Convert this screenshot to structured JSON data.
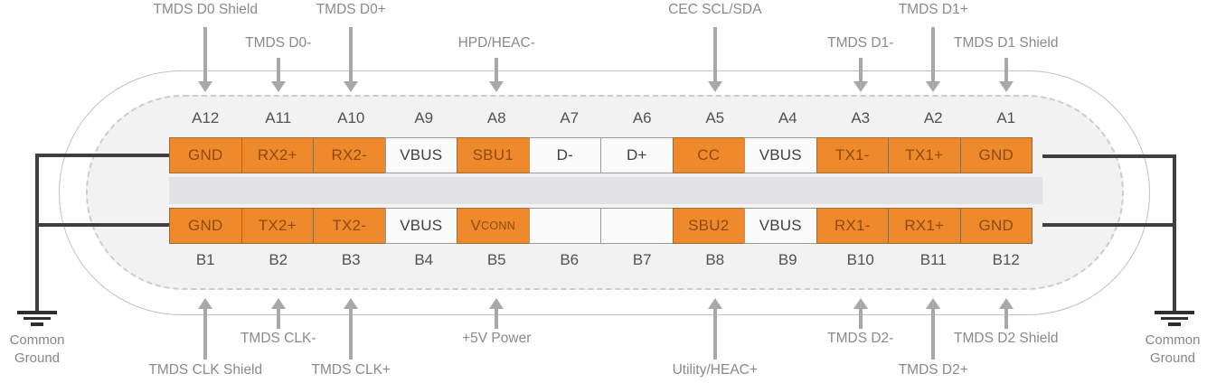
{
  "diagram": {
    "pins": {
      "top": [
        {
          "number": "A12",
          "name": "GND",
          "highlight": true
        },
        {
          "number": "A11",
          "name": "RX2+",
          "highlight": true
        },
        {
          "number": "A10",
          "name": "RX2-",
          "highlight": true
        },
        {
          "number": "A9",
          "name": "VBUS",
          "highlight": false
        },
        {
          "number": "A8",
          "name": "SBU1",
          "highlight": true
        },
        {
          "number": "A7",
          "name": "D-",
          "highlight": false
        },
        {
          "number": "A6",
          "name": "D+",
          "highlight": false
        },
        {
          "number": "A5",
          "name": "CC",
          "highlight": true
        },
        {
          "number": "A4",
          "name": "VBUS",
          "highlight": false
        },
        {
          "number": "A3",
          "name": "TX1-",
          "highlight": true
        },
        {
          "number": "A2",
          "name": "TX1+",
          "highlight": true
        },
        {
          "number": "A1",
          "name": "GND",
          "highlight": true
        }
      ],
      "bottom": [
        {
          "number": "B1",
          "name": "GND",
          "highlight": true
        },
        {
          "number": "B2",
          "name": "TX2+",
          "highlight": true
        },
        {
          "number": "B3",
          "name": "TX2-",
          "highlight": true
        },
        {
          "number": "B4",
          "name": "VBUS",
          "highlight": false
        },
        {
          "number": "B5",
          "name": "VCONN",
          "highlight": true,
          "smallcaps": true
        },
        {
          "number": "B6",
          "name": "",
          "highlight": false
        },
        {
          "number": "B7",
          "name": "",
          "highlight": false
        },
        {
          "number": "B8",
          "name": "SBU2",
          "highlight": true
        },
        {
          "number": "B9",
          "name": "VBUS",
          "highlight": false
        },
        {
          "number": "B10",
          "name": "RX1-",
          "highlight": true
        },
        {
          "number": "B11",
          "name": "RX1+",
          "highlight": true
        },
        {
          "number": "B12",
          "name": "GND",
          "highlight": true
        }
      ]
    },
    "callouts": {
      "top": [
        {
          "label": "TMDS D0 Shield",
          "pin": "A12",
          "length": "long"
        },
        {
          "label": "TMDS D0-",
          "pin": "A11",
          "length": "short"
        },
        {
          "label": "TMDS D0+",
          "pin": "A10",
          "length": "long"
        },
        {
          "label": "HPD/HEAC-",
          "pin": "A8",
          "length": "short"
        },
        {
          "label": "CEC SCL/SDA",
          "pin": "A5",
          "length": "long"
        },
        {
          "label": "TMDS D1-",
          "pin": "A3",
          "length": "short"
        },
        {
          "label": "TMDS D1+",
          "pin": "A2",
          "length": "long"
        },
        {
          "label": "TMDS D1 Shield",
          "pin": "A1",
          "length": "short"
        }
      ],
      "bottom": [
        {
          "label": "TMDS CLK Shield",
          "pin": "B1",
          "length": "long"
        },
        {
          "label": "TMDS CLK-",
          "pin": "B2",
          "length": "short"
        },
        {
          "label": "TMDS CLK+",
          "pin": "B3",
          "length": "long"
        },
        {
          "label": "+5V Power",
          "pin": "B5",
          "length": "short"
        },
        {
          "label": "Utility/HEAC+",
          "pin": "B8",
          "length": "long"
        },
        {
          "label": "TMDS D2-",
          "pin": "B10",
          "length": "short"
        },
        {
          "label": "TMDS D2+",
          "pin": "B11",
          "length": "long"
        },
        {
          "label": "TMDS D2 Shield",
          "pin": "B12",
          "length": "short"
        }
      ]
    },
    "ground": {
      "left": "Common Ground",
      "right": "Common Ground"
    },
    "colors": {
      "pin_highlight": "#EF8A2C",
      "pin_highlight_text": "#8E4A10",
      "wire": "#3F3F3F",
      "arrow": "#A8A8A8",
      "callout_text": "#8A8A8A",
      "shell_fill": "#F2F2F3",
      "tongue_fill": "#E2E2E4"
    }
  }
}
